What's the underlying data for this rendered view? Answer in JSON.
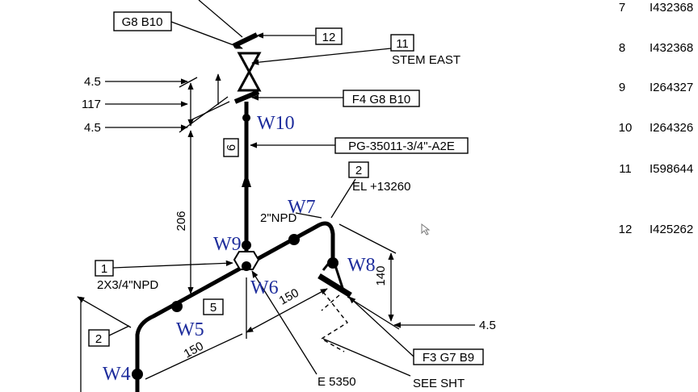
{
  "labels": {
    "g8b10": "G8 B10",
    "tag12_top": "12",
    "tag11": "11",
    "stem_east": "STEM EAST",
    "dim_45_a": "4.5",
    "dim_117": "117",
    "dim_45_b": "4.5",
    "f4g8b10": "F4 G8 B10",
    "tag6": "6",
    "pg_line": "PG-35011-3/4\"-A2E",
    "dim_206": "206",
    "tag2_top": "2",
    "el": "EL +13260",
    "npd2": "2\"NPD",
    "tag1": "1",
    "npd_2x34": "2X3/4\"NPD",
    "dim_140": "140",
    "tag5": "5",
    "dim_150_a": "150",
    "dim_45_c": "4.5",
    "tag2_left": "2",
    "dim_150_b": "150",
    "f3g7b9": "F3 G7 B9",
    "e5350": "E 5350",
    "see_sht": "SEE SHT"
  },
  "welds": {
    "w10": "W10",
    "w9": "W9",
    "w7": "W7",
    "w8": "W8",
    "w6": "W6",
    "w5": "W5",
    "w4": "W4"
  },
  "bom": [
    {
      "no": "7",
      "code": "I432368"
    },
    {
      "no": "8",
      "code": "I432368"
    },
    {
      "no": "9",
      "code": "I264327"
    },
    {
      "no": "10",
      "code": "I264326"
    },
    {
      "no": "11",
      "code": "I598644"
    },
    {
      "no": "12",
      "code": "I425262"
    }
  ]
}
